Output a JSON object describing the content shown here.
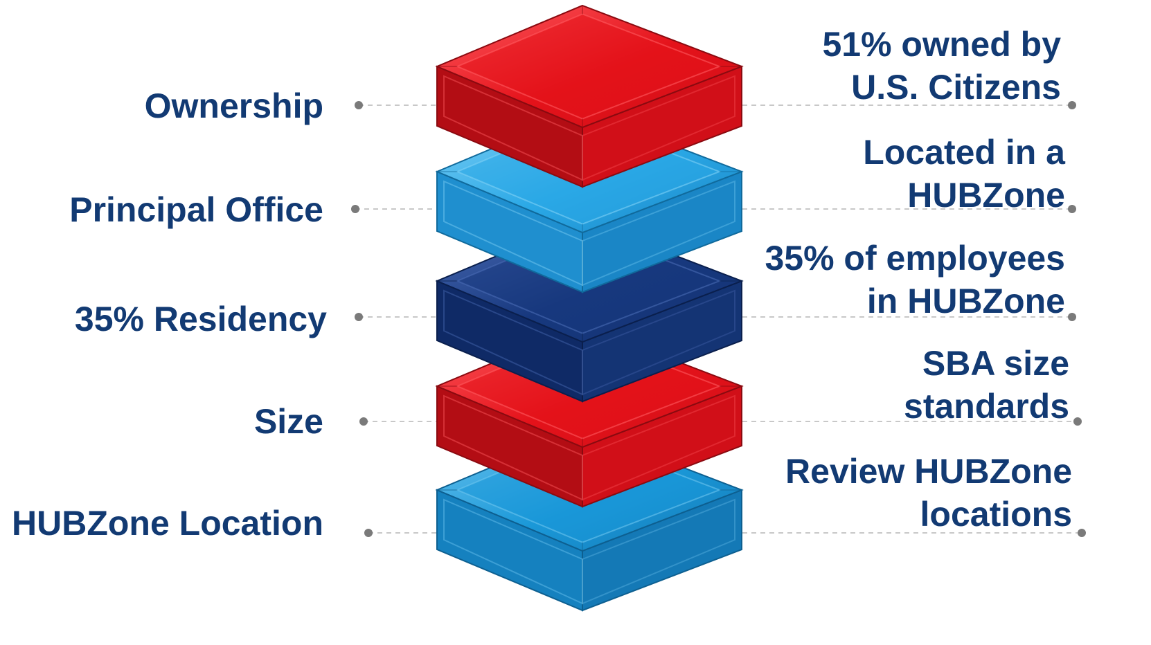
{
  "layers": [
    {
      "label": "Ownership",
      "description_lines": [
        "51% owned by",
        "U.S. Citizens"
      ],
      "colors": {
        "top": "#e4121a",
        "left": "#b30d14",
        "right": "#d10f18",
        "edge": "#8a0a10",
        "bevel": "#ff5a5f"
      }
    },
    {
      "label": "Principal Office",
      "description_lines": [
        "Located in a",
        "HUBZone"
      ],
      "colors": {
        "top": "#2aa8e6",
        "left": "#1f8fcf",
        "right": "#1a86c6",
        "edge": "#106a9c",
        "bevel": "#7fd0f5"
      }
    },
    {
      "label": "35% Residency",
      "description_lines": [
        "35% of employees",
        "in HUBZone"
      ],
      "colors": {
        "top": "#17387e",
        "left": "#0f2a66",
        "right": "#143474",
        "edge": "#0a1f4d",
        "bevel": "#4a6bb4"
      }
    },
    {
      "label": "Size",
      "description_lines": [
        "SBA size",
        "standards"
      ],
      "colors": {
        "top": "#e4121a",
        "left": "#b30d14",
        "right": "#d10f18",
        "edge": "#8a0a10",
        "bevel": "#ff5a5f"
      }
    },
    {
      "label": "HUBZone Location",
      "description_lines": [
        "Review HUBZone",
        "locations"
      ],
      "colors": {
        "top": "#1a98d8",
        "left": "#1581bf",
        "right": "#1479b6",
        "edge": "#0d5f90",
        "bevel": "#6cc4ef"
      }
    }
  ],
  "text_color": "#123a73",
  "connector_color": "#c8c8c8",
  "dot_color": "#7a7a7a"
}
